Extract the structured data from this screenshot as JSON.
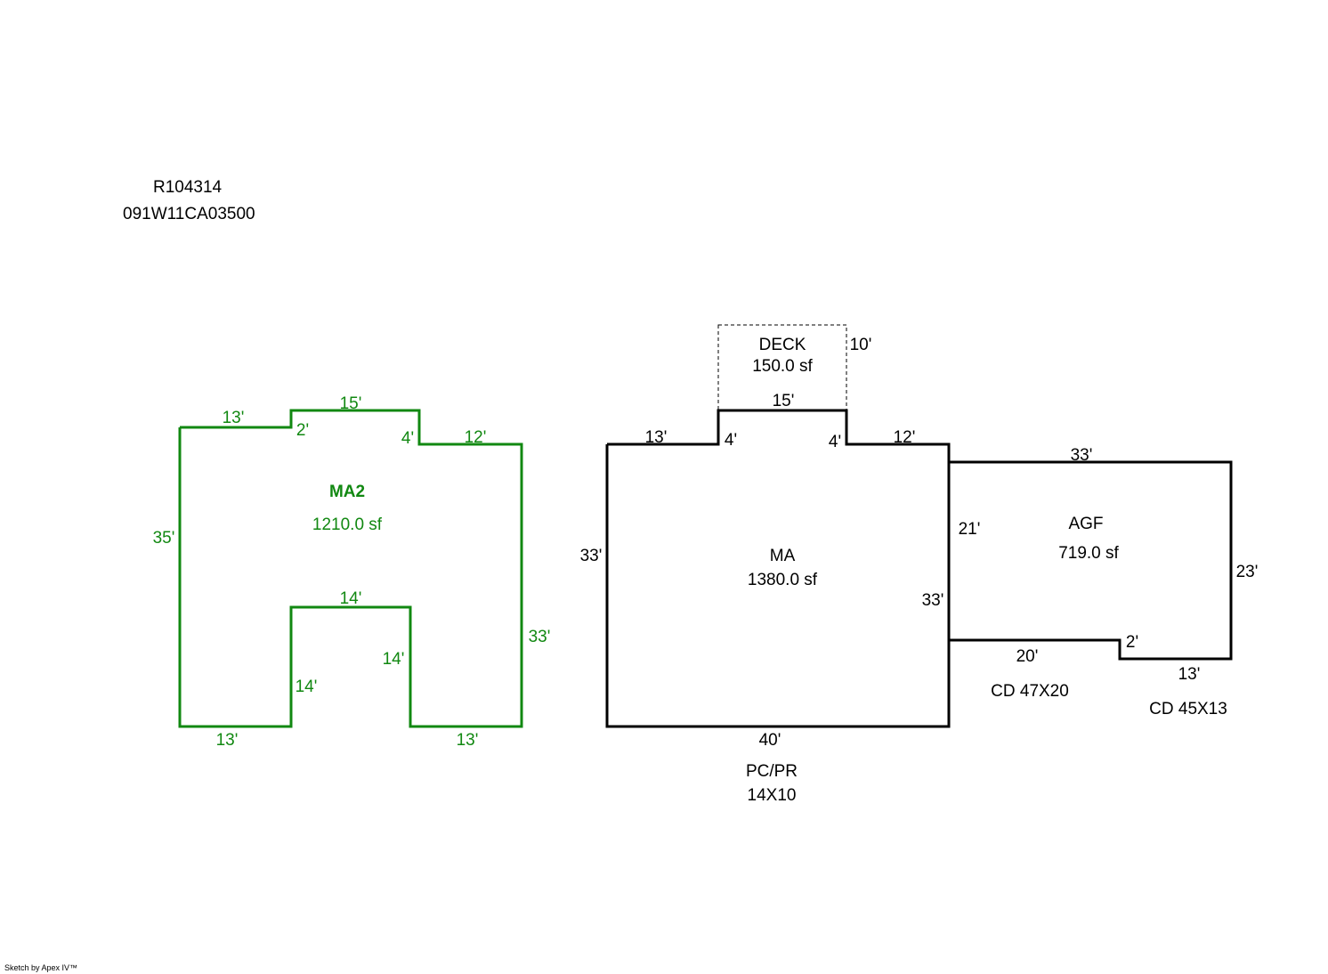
{
  "header": {
    "parcel_id": "R104314",
    "map_number": "091W11CA03500"
  },
  "colors": {
    "green": "#118811",
    "black": "#000000"
  },
  "ma2": {
    "name": "MA2",
    "area": "1210.0 sf",
    "dims": {
      "top_left": "13'",
      "step_up": "2'",
      "top_mid": "15'",
      "step_down": "4'",
      "top_right": "12'",
      "left": "35'",
      "right": "33'",
      "notch_top": "14'",
      "notch_left": "14'",
      "notch_right": "14'",
      "bottom_left": "13'",
      "bottom_right": "13'"
    }
  },
  "deck": {
    "name": "DECK",
    "area": "150.0 sf",
    "width": "15'",
    "depth": "10'"
  },
  "ma": {
    "name": "MA",
    "area": "1380.0 sf",
    "dims": {
      "top_left": "13'",
      "step_left": "4'",
      "step_right": "4'",
      "top_right": "12'",
      "left": "33'",
      "right": "33'",
      "bottom": "40'"
    }
  },
  "agf": {
    "name": "AGF",
    "area": "719.0 sf",
    "dims": {
      "top": "33'",
      "left": "21'",
      "right": "23'",
      "bottom_left": "20'",
      "step": "2'",
      "bottom_right": "13'"
    }
  },
  "notes": {
    "pc_pr_line1": "PC/PR",
    "pc_pr_line2": "14X10",
    "cd1": "CD 47X20",
    "cd2": "CD 45X13"
  },
  "credit": "Sketch by Apex IV™"
}
